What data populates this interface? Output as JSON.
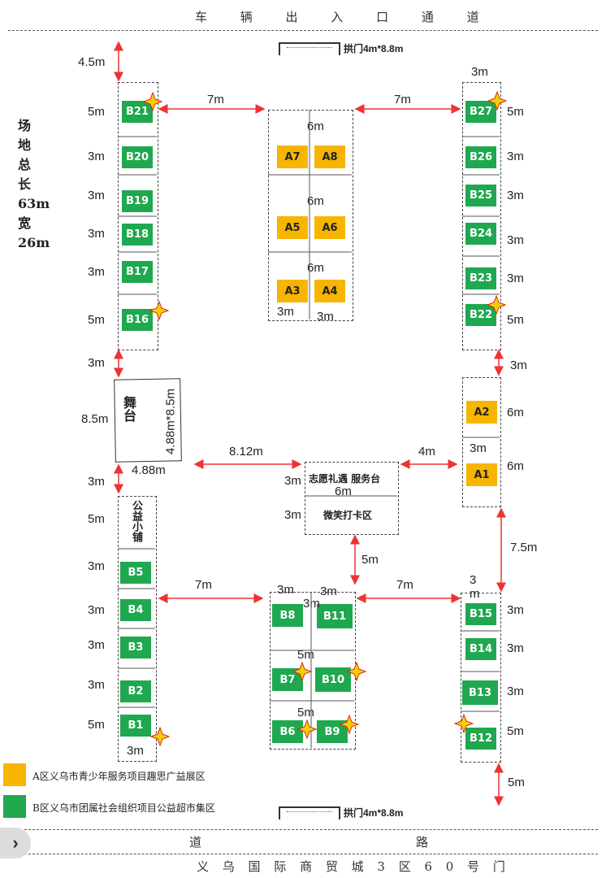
{
  "top_road": "车 辆 出 入 口 通 道",
  "bottom_road_left": "道",
  "bottom_road_right": "路",
  "bottom_address": "义 乌 国 际 商 贸 城 3 区 6 0 号 门",
  "gate_label": "拱门4m*8.8m",
  "site_info": [
    "场",
    "地",
    "总",
    "长",
    "63m",
    "宽",
    "26m"
  ],
  "stage": {
    "name": "舞台",
    "size": "4.88m*8.5m",
    "height": "8.5m",
    "width": "4.88m"
  },
  "volunteer_desk": "志愿礼遇 服务台",
  "smile_zone": "微笑打卡区",
  "charity_shop": "公益小铺",
  "booths_a": [
    "A1",
    "A2",
    "A3",
    "A4",
    "A5",
    "A6",
    "A7",
    "A8"
  ],
  "booths_b_left": [
    "B21",
    "B20",
    "B19",
    "B18",
    "B17",
    "B16",
    "B5",
    "B4",
    "B3",
    "B2",
    "B1"
  ],
  "booths_b_mid": [
    "B8",
    "B11",
    "B7",
    "B10",
    "B6",
    "B9"
  ],
  "booths_b_right": [
    "B27",
    "B26",
    "B25",
    "B24",
    "B23",
    "B22",
    "B15",
    "B14",
    "B13",
    "B12"
  ],
  "legend": {
    "a": {
      "color": "#f7b500",
      "text": "A区义乌市青少年服务项目趣思广益展区"
    },
    "b": {
      "color": "#1fa84f",
      "text": "B区义乌市团属社会组织项目公益超市集区"
    }
  },
  "dims": {
    "d45": "4.5m",
    "d3": "3m",
    "d5": "5m",
    "d6": "6m",
    "d7": "7m",
    "d85": "8.5m",
    "d488": "4.88m",
    "d812": "8.12m",
    "d4": "4m",
    "d75": "7.5m",
    "d3m_split": "3\nm"
  },
  "nav_icon": "chevron-right-icon"
}
